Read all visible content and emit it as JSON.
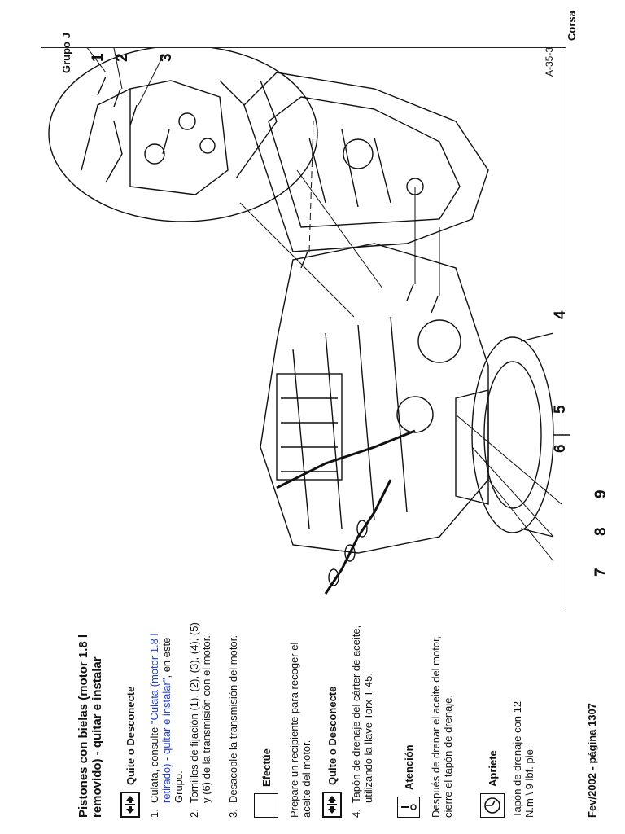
{
  "header": {
    "group": "Grupo J",
    "model": "Corsa",
    "figure_id": "A-35-3"
  },
  "title": "Pistones con bielas (motor 1.8 l removido) - quitar e instalar",
  "sections": [
    {
      "label": "Quite o Desconecte",
      "icon": "remove-disconnect-icon",
      "items": [
        {
          "num": "1.",
          "pre": "Culata, consulte ",
          "link": "\"Culata (motor 1.8 l retirado) - quitar e instalar\"",
          "post": ", en este Grupo."
        },
        {
          "num": "2.",
          "text": "Tornillos de fijación (1), (2), (3), (4), (5) y (6) de la transmisión con el motor."
        },
        {
          "num": "3.",
          "text": "Desacople la transmisión del motor."
        }
      ]
    },
    {
      "label": "Efectúe",
      "icon": "perform-box-icon",
      "text": "Prepare un recipiente para recoger el aceite del motor."
    },
    {
      "label": "Quite o Desconecte",
      "icon": "remove-disconnect-icon",
      "items": [
        {
          "num": "4.",
          "text": "Tapón de drenaje del cárter de aceite, utilizando la llave Torx T-45."
        }
      ]
    },
    {
      "label": "Atención",
      "icon": "attention-icon",
      "text": "Después de drenar el aceite del motor, cierre el tapón de drenaje."
    },
    {
      "label": "Apriete",
      "icon": "tighten-torque-icon",
      "text": "Tapón de drenaje con 12 N.m \\ 9 lbf. pie."
    }
  ],
  "footer": "Fev/2002 - página 1307",
  "callouts": [
    "1",
    "2",
    "3",
    "4",
    "5",
    "6",
    "7",
    "8",
    "9"
  ]
}
